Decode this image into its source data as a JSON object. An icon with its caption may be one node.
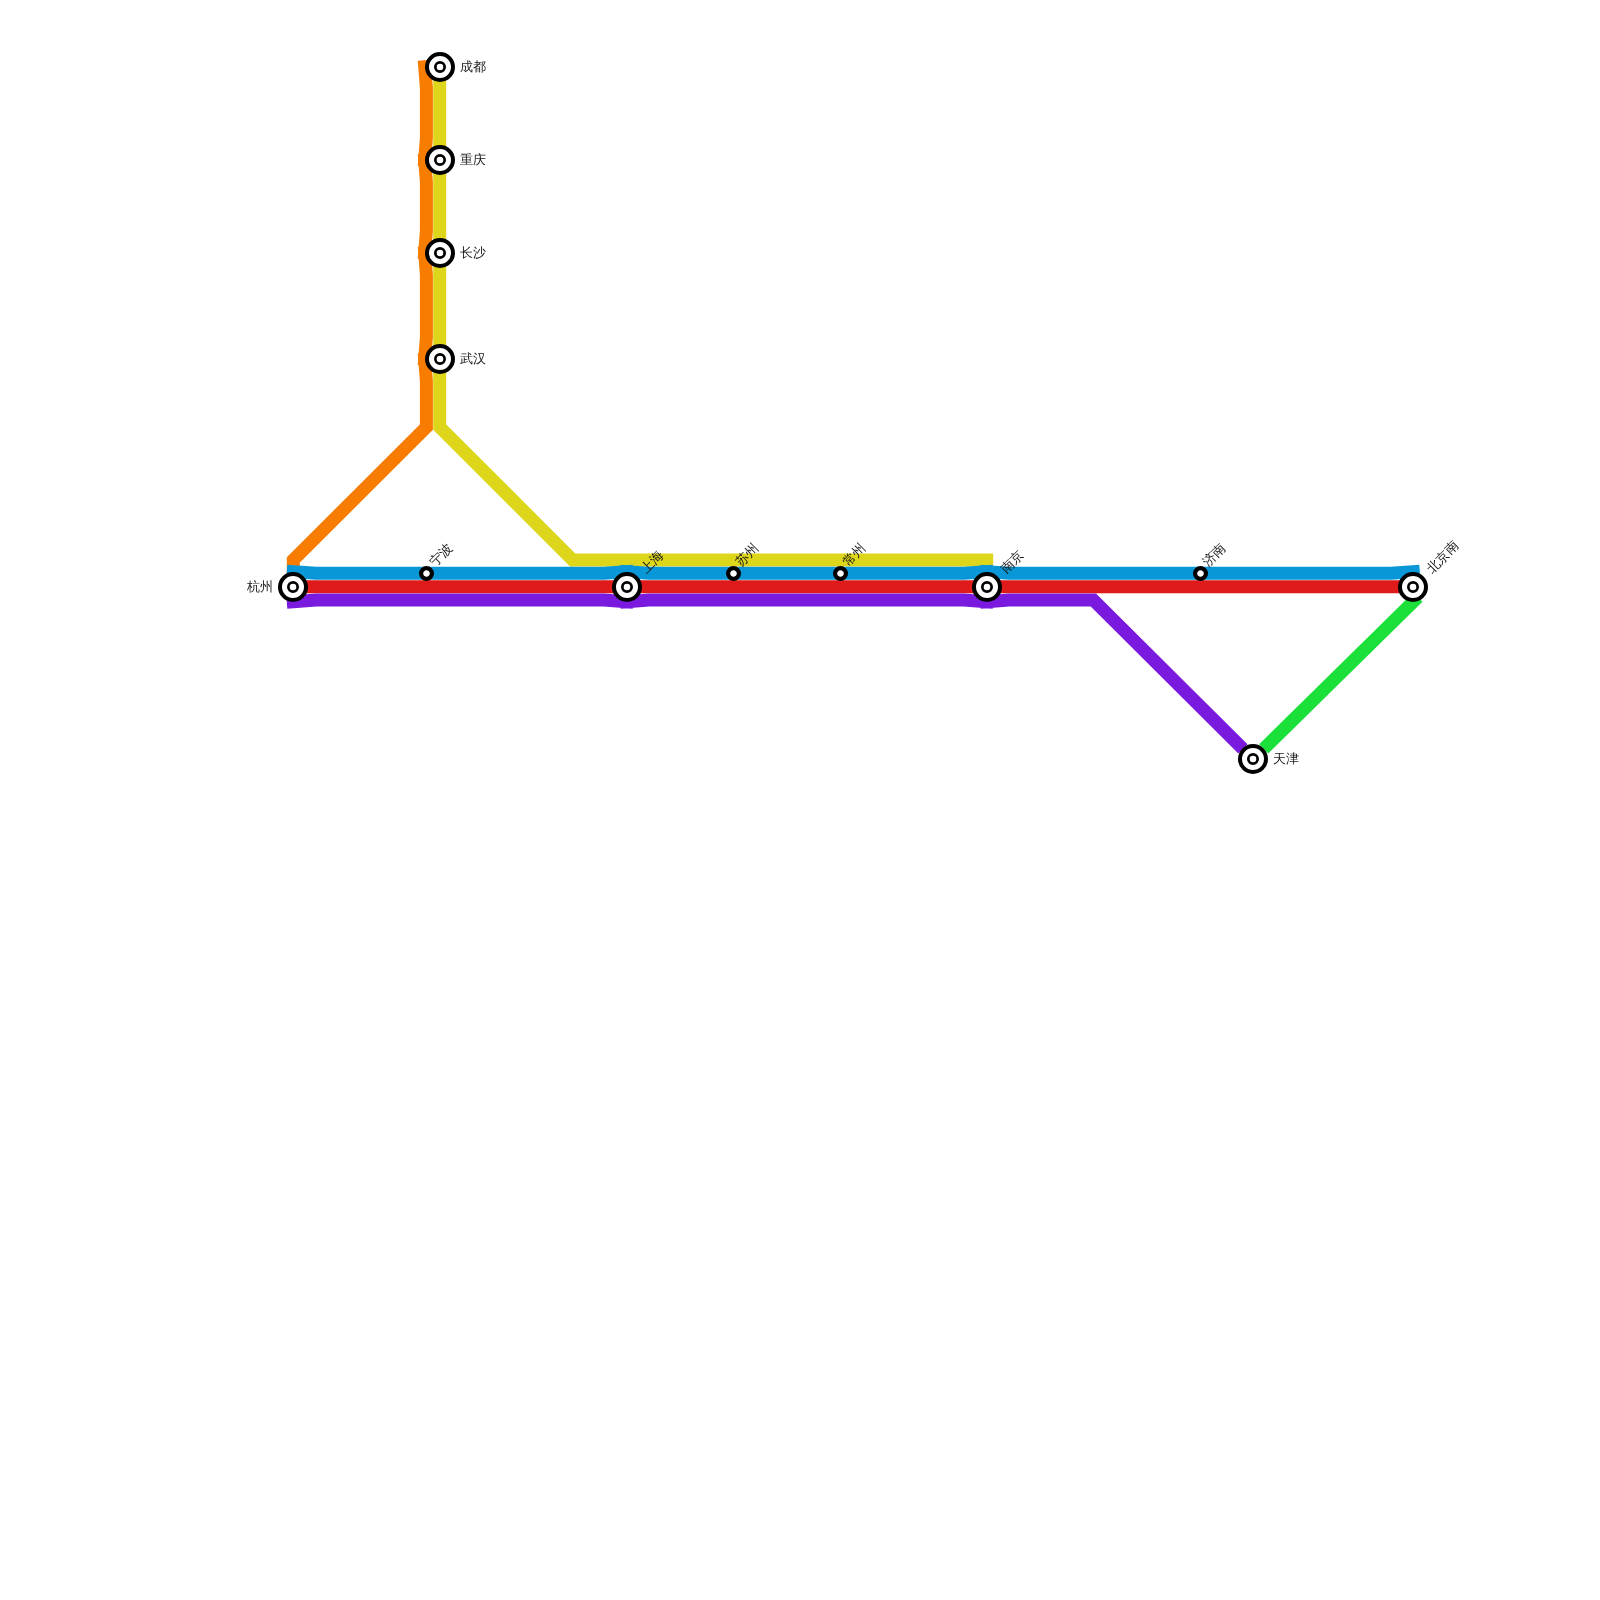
{
  "diagram": {
    "nodes": [
      {
        "text": [
          "成都"
        ]
      },
      {
        "text": [
          "重庆"
        ]
      },
      {
        "text": [
          "长沙"
        ]
      },
      {
        "text": [
          "武汉"
        ]
      },
      {
        "text": [
          "杭州"
        ]
      },
      {
        "text": [
          "宁波"
        ]
      },
      {
        "text": [
          "上海"
        ]
      },
      {
        "text": [
          "苏州"
        ]
      },
      {
        "text": [
          "常州"
        ]
      },
      {
        "text": [
          "南京"
        ]
      },
      {
        "text": [
          "济南"
        ]
      },
      {
        "text": [
          "北京南"
        ]
      },
      {
        "text": [
          "天津"
        ]
      }
    ],
    "edges": [
      {
        "from": 0,
        "to": 1,
        "arrow": "none",
        "color": "#f77c00"
      },
      {
        "from": 1,
        "to": 2,
        "arrow": "none",
        "color": "#f77c00"
      },
      {
        "from": 2,
        "to": 3,
        "arrow": "none",
        "color": "#f77c00"
      },
      {
        "from": 3,
        "to": 4,
        "arrow": "none",
        "color": "#f77c00"
      },
      {
        "from": 0,
        "to": 1,
        "arrow": "none",
        "color": "#ddd61b"
      },
      {
        "from": 1,
        "to": 2,
        "arrow": "none",
        "color": "#ddd61b"
      },
      {
        "from": 2,
        "to": 3,
        "arrow": "none",
        "color": "#ddd61b"
      },
      {
        "from": 3,
        "to": 9,
        "arrow": "none",
        "color": "#ddd61b"
      },
      {
        "from": 4,
        "to": 5,
        "arrow": "none",
        "color": "#0a97d7"
      },
      {
        "from": 5,
        "to": 6,
        "arrow": "none",
        "color": "#0a97d7"
      },
      {
        "from": 6,
        "to": 7,
        "arrow": "none",
        "color": "#0a97d7"
      },
      {
        "from": 7,
        "to": 8,
        "arrow": "none",
        "color": "#0a97d7"
      },
      {
        "from": 8,
        "to": 9,
        "arrow": "none",
        "color": "#0a97d7"
      },
      {
        "from": 9,
        "to": 10,
        "arrow": "none",
        "color": "#0a97d7"
      },
      {
        "from": 10,
        "to": 11,
        "arrow": "none",
        "color": "#0a97d7"
      },
      {
        "from": 4,
        "to": 6,
        "arrow": "none",
        "color": "#de1a1a"
      },
      {
        "from": 6,
        "to": 9,
        "arrow": "none",
        "color": "#de1a1a"
      },
      {
        "from": 9,
        "to": 11,
        "arrow": "none",
        "color": "#de1a1a"
      },
      {
        "from": 4,
        "to": 6,
        "arrow": "none",
        "color": "#7a1adf"
      },
      {
        "from": 6,
        "to": 9,
        "arrow": "none",
        "color": "#7a1adf"
      },
      {
        "from": 9,
        "to": 12,
        "arrow": "none",
        "color": "#7a1adf"
      },
      {
        "from": 12,
        "to": 11,
        "arrow": "none",
        "color": "#1ce03a"
      }
    ]
  }
}
